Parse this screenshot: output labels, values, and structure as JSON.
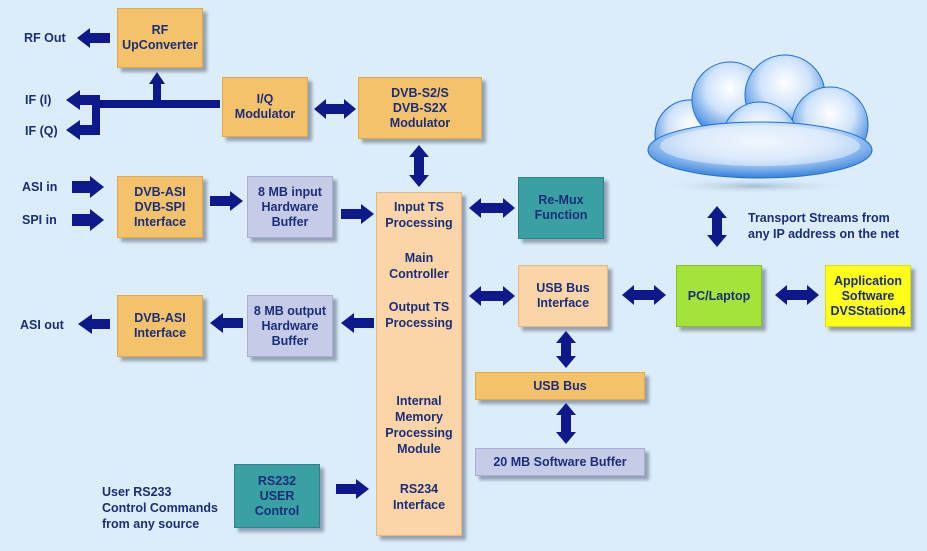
{
  "blocks": {
    "rf_upconverter": "RF\nUpConverter",
    "iq_modulator": "I/Q\nModulator",
    "dvbs2_modulator": "DVB-S2/S\nDVB-S2X\nModulator",
    "dvb_asi_spi_interface": "DVB-ASI\nDVB-SPI\nInterface",
    "input_buffer": "8 MB input\nHardware\nBuffer",
    "dvb_asi_interface": "DVB-ASI\nInterface",
    "output_buffer": "8 MB output\nHardware\nBuffer",
    "rs232_user_control": "RS232\nUSER\nControl",
    "remux_function": "Re-Mux\nFunction",
    "usb_bus_interface": "USB Bus\nInterface",
    "usb_bus": "USB Bus",
    "software_buffer": "20 MB Software Buffer",
    "pc_laptop": "PC/Laptop",
    "application_software": "Application\nSoftware\nDVSStation4"
  },
  "main_controller": {
    "input_ts": "Input TS\nProcessing",
    "main_controller": "Main\nController",
    "output_ts": "Output TS\nProcessing",
    "internal_memory": "Internal\nMemory\nProcessing\nModule",
    "rs234_interface": "RS234\nInterface"
  },
  "labels": {
    "rf_out": "RF Out",
    "if_i": "IF (I)",
    "if_q": "IF (Q)",
    "asi_in": "ASI in",
    "spi_in": "SPI in",
    "asi_out": "ASI out",
    "user_rs233": "User RS233\nControl Commands\nfrom any source",
    "transport_streams": "Transport Streams from\nany IP address on the net"
  },
  "colors": {
    "arrow": "#0e1a8c",
    "background": "#dcecf8",
    "block_orange": "#f4c26b",
    "block_peach": "#fbd5a8",
    "block_lavender": "#c6cbe8",
    "block_teal": "#3aa0a4",
    "block_green": "#a4e33a",
    "block_yellow": "#ffff1a",
    "text": "#1b2e7a"
  },
  "icons": {
    "cloud": "cloud-icon"
  }
}
